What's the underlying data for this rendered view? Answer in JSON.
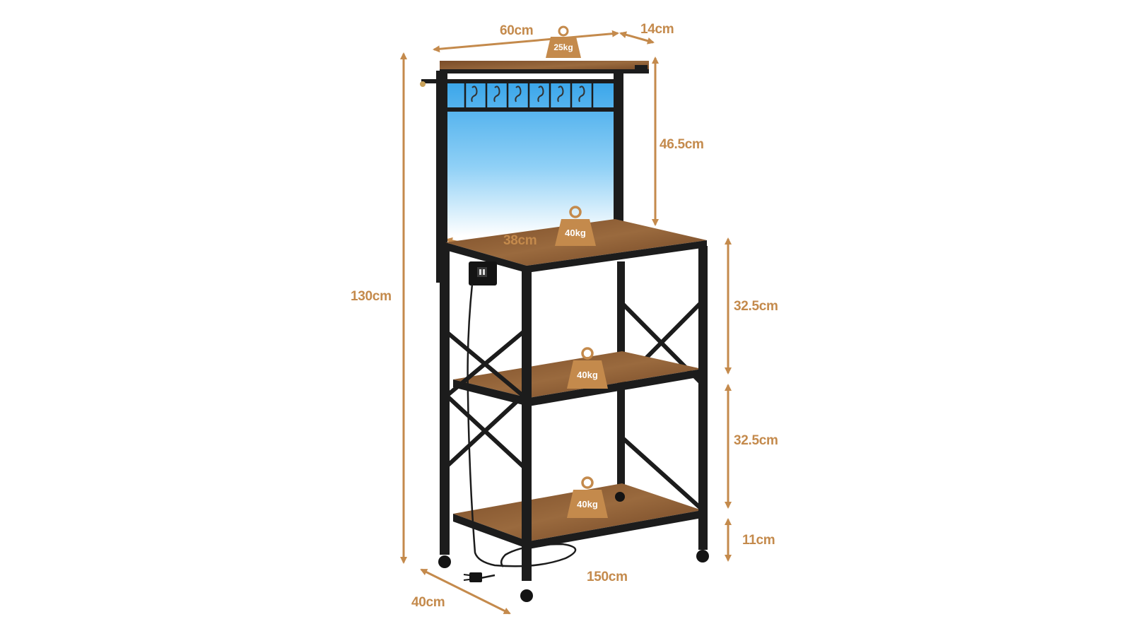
{
  "product": "bakers-rack-with-led-and-power-outlet",
  "colors": {
    "dimension": "#c48a4c",
    "frame": "#1c1c1c",
    "wood": "#8a5a32",
    "led_top": "#4fb4ee",
    "weight_badge": "#c48a4c"
  },
  "dimensions": {
    "top_width": "60cm",
    "top_depth": "14cm",
    "hutch_height": "46.5cm",
    "total_height": "130cm",
    "shelf_depth": "38cm",
    "shelf_gap_1": "32.5cm",
    "shelf_gap_2": "32.5cm",
    "bottom_clearance": "11cm",
    "cord_length": "150cm",
    "base_depth": "40cm"
  },
  "weights": {
    "top_shelf": "25kg",
    "work_surface": "40kg",
    "middle_shelf": "40kg",
    "bottom_shelf": "40kg"
  }
}
